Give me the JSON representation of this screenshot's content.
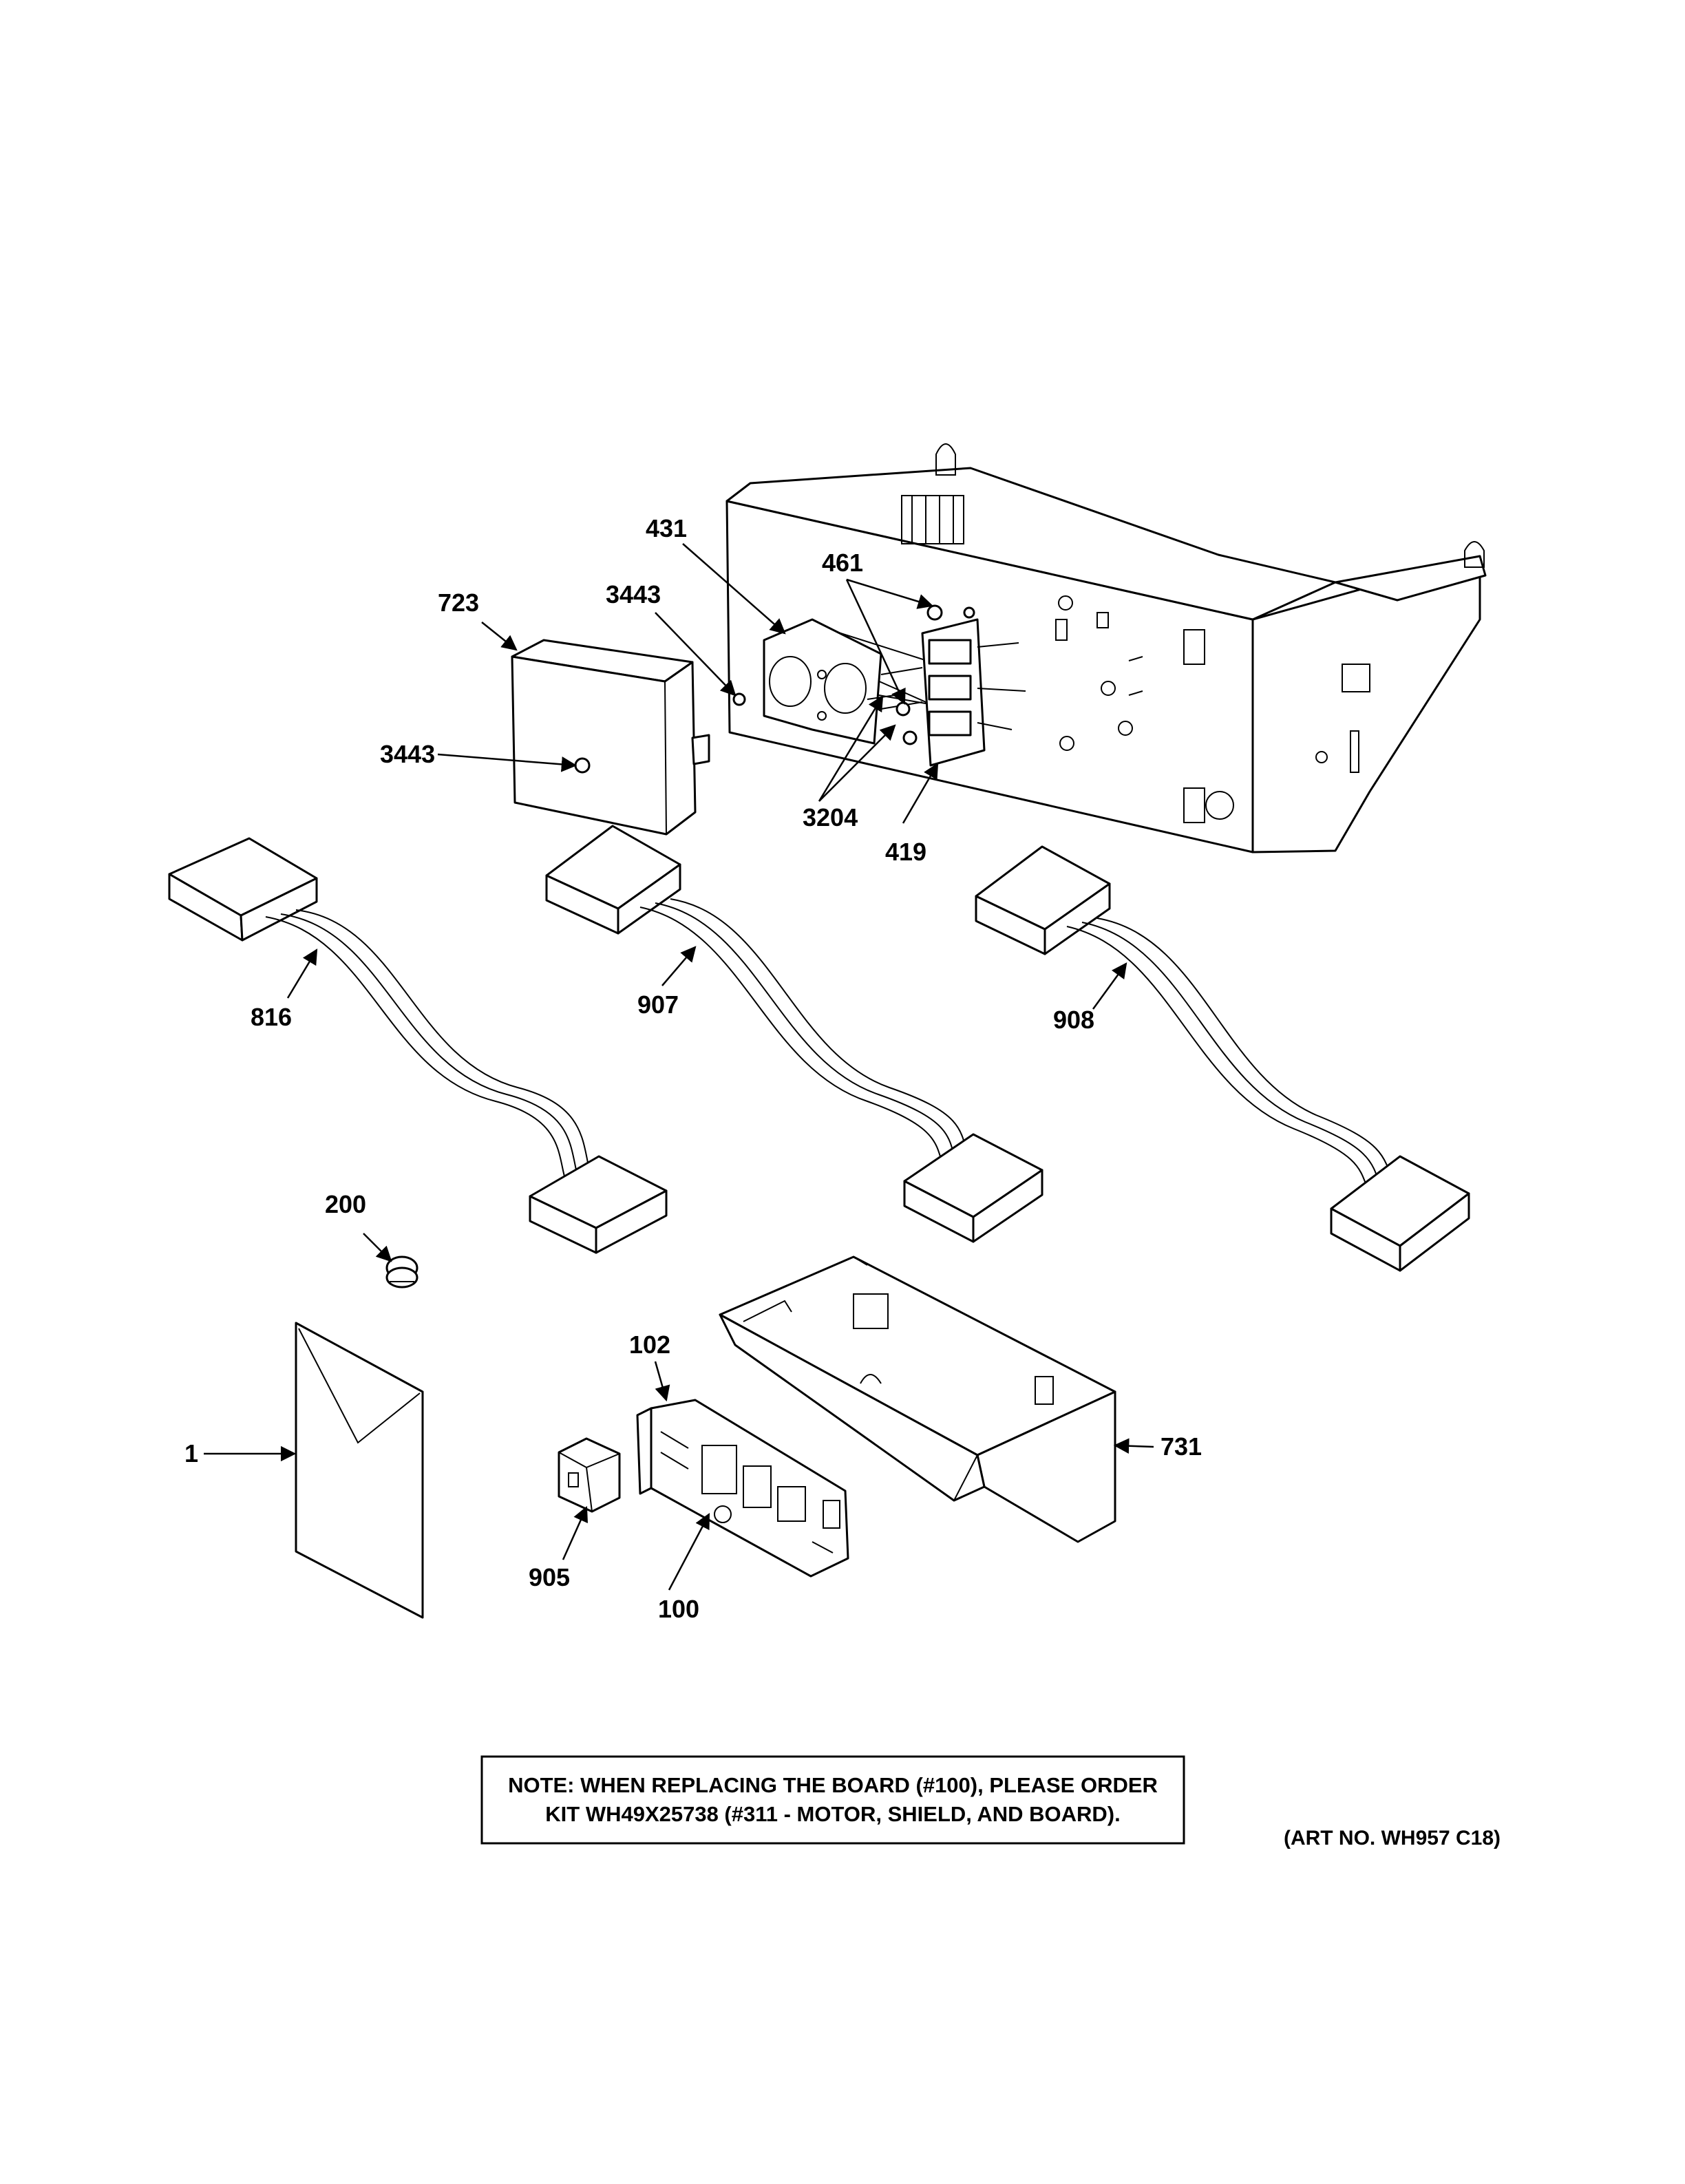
{
  "callouts": {
    "c431": "431",
    "c461": "461",
    "c723": "723",
    "c3443a": "3443",
    "c3443b": "3443",
    "c3204": "3204",
    "c419": "419",
    "c816": "816",
    "c907": "907",
    "c908": "908",
    "c200": "200",
    "c102": "102",
    "c731": "731",
    "c1": "1",
    "c905": "905",
    "c100": "100"
  },
  "note": {
    "line1": "NOTE: WHEN REPLACING THE BOARD (#100), PLEASE ORDER",
    "line2": "KIT WH49X25738 (#311 - MOTOR, SHIELD, AND BOARD)."
  },
  "art_number": "(ART NO. WH957 C18)"
}
